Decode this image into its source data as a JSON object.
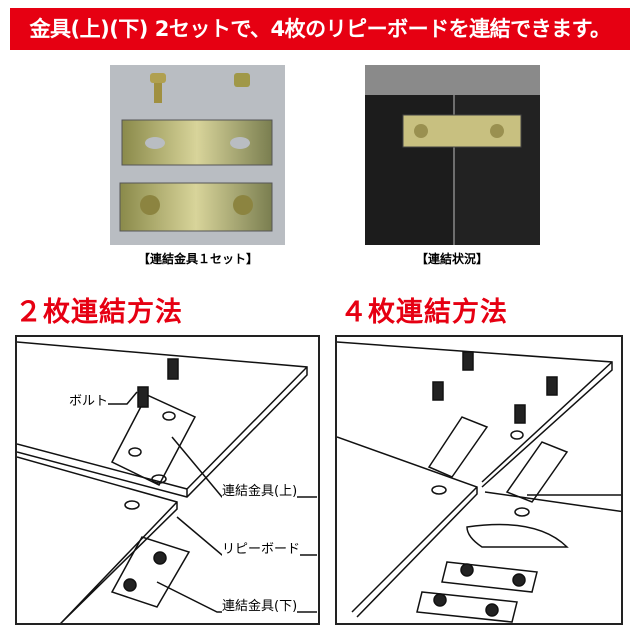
{
  "banner": {
    "text": "金具(上)(下) 2セットで、4枚のリピーボードを連結できます。",
    "bg_color": "#e60012"
  },
  "photos": [
    {
      "caption": "【連結金具１セット】"
    },
    {
      "caption": "【連結状況】"
    }
  ],
  "two_board": {
    "title": "２枚連結方法",
    "labels": {
      "bolt": "ボルト",
      "upper": "連結金具(上)",
      "board": "リピーボード",
      "lower": "連結金具(下)"
    }
  },
  "four_board": {
    "title": "４枚連結方法"
  },
  "accent_color": "#e60012"
}
